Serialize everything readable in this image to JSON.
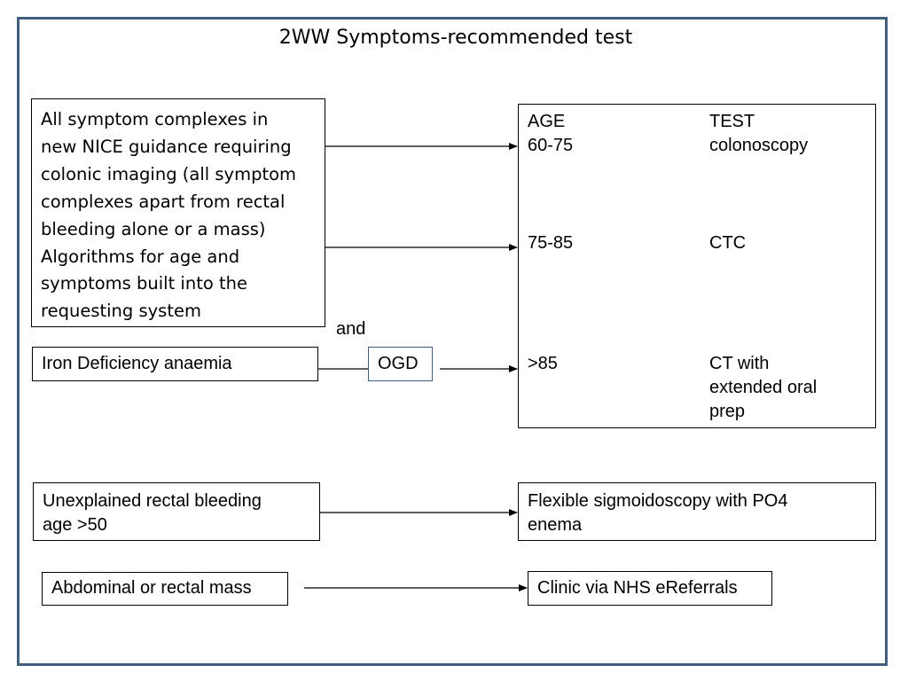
{
  "title": "2WW Symptoms-recommended test",
  "main_box": {
    "lines": [
      "All symptom complexes in",
      "new NICE guidance requiring",
      "colonic imaging  (all symptom",
      "complexes apart from rectal",
      "bleeding alone or a mass)",
      "Algorithms for age and",
      "symptoms built into the",
      "requesting system"
    ]
  },
  "and_label": "and",
  "ida_box": "Iron Deficiency anaemia",
  "ogd_box": "OGD",
  "table": {
    "header_age": "AGE",
    "header_test": "TEST",
    "rows": [
      {
        "age": "60-75",
        "test": "colonoscopy"
      },
      {
        "age": "75-85",
        "test": "CTC"
      },
      {
        "age": ">85",
        "test_lines": [
          "CT with",
          "extended oral",
          "prep"
        ]
      }
    ]
  },
  "rectal_box": {
    "lines": [
      "Unexplained rectal bleeding",
      "age >50"
    ]
  },
  "flexi_box": {
    "lines": [
      "Flexible sigmoidoscopy with PO4",
      "enema"
    ]
  },
  "mass_box": "Abdominal or rectal mass",
  "clinic_box": "Clinic via NHS eReferrals",
  "colors": {
    "frame": "#3f5f7f",
    "line": "#000000"
  }
}
